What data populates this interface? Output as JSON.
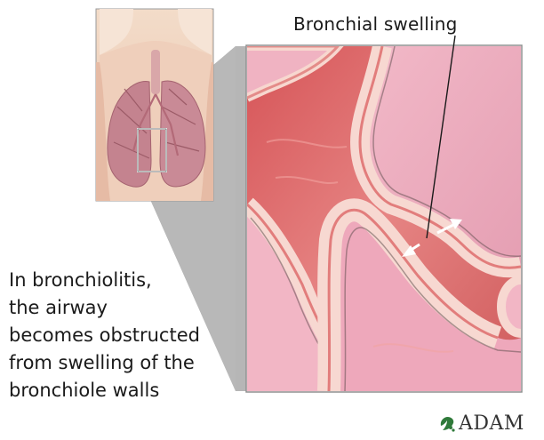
{
  "callout": {
    "label": "Bronchial swelling"
  },
  "caption": {
    "lines": [
      "In bronchiolitis,",
      "the airway",
      "becomes obstructed",
      "from swelling of the",
      "bronchiole walls"
    ]
  },
  "brand": {
    "logo_text": "ADAM",
    "icon": "vine-leaf-icon"
  },
  "colors": {
    "tissue_pink": "#e98f8e",
    "wall_light": "#f7d2cc",
    "lumen_pink": "#efb7c6",
    "skin": "#f0d2bf",
    "lung": "#c88a98",
    "frame_gray": "#a8a8a8",
    "text": "#1a1a1a"
  }
}
